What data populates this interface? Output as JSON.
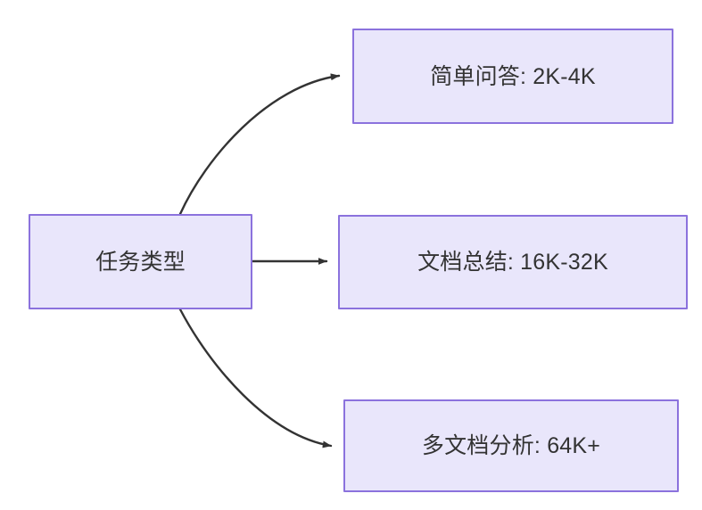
{
  "diagram": {
    "type": "flowchart",
    "direction": "left-to-right",
    "background_color": "#ffffff",
    "node_fill_color": "#e9e6fb",
    "node_border_color": "#8b72dd",
    "node_text_color": "#333333",
    "edge_color": "#333333",
    "root": {
      "id": "root",
      "label": "任务类型"
    },
    "branches": [
      {
        "id": "simple-qa",
        "label": "简单问答: 2K-4K",
        "task": "简单问答",
        "context_length": "2K-4K",
        "edge_style": "curved"
      },
      {
        "id": "doc-summary",
        "label": "文档总结: 16K-32K",
        "task": "文档总结",
        "context_length": "16K-32K",
        "edge_style": "straight"
      },
      {
        "id": "multi-doc",
        "label": "多文档分析: 64K+",
        "task": "多文档分析",
        "context_length": "64K+",
        "edge_style": "curved"
      }
    ]
  }
}
